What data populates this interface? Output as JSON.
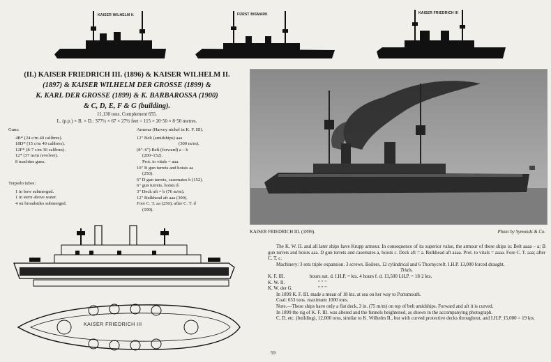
{
  "silhouettes": [
    {
      "label": "KAISER WILHELM II."
    },
    {
      "label": "FÜRST BISMARK"
    },
    {
      "label": "KAISER FRIEDRICH III"
    }
  ],
  "title": {
    "line1": "(II.) KAISER FRIEDRICH III. (1896) & KAISER WILHELM II.",
    "line2": "(1897) & KAISER WILHELM DER GROSSE (1899) &",
    "line3": "K. KARL DER GROSSE (1899) & K. BARBAROSSA (1900)",
    "line4": "& C, D, E, F & G (building)."
  },
  "tonnage": "11,130 tons.   Complement 655.",
  "dimensions": "L. (p.p.) × B. × D.: 377½ × 67 × 27½ feet = 115 × 20·50 × 8·50 metres.",
  "guns": {
    "heading": "Guns:",
    "items": [
      "4B* (24 c/m 40 calibres).",
      "18D* (15 c/m 40 calibres).",
      "12F* (8·7 c/m 30 calibres).",
      "12* (37 m/m revolver).",
      "8 machine guns."
    ]
  },
  "torpedo": {
    "heading": "Torpedo tubes:",
    "items": [
      "1 in bow submerged.",
      "1 in stern above water.",
      "4 on broadsides submerged."
    ]
  },
  "armour": {
    "heading": "Armour (Harvey nickel in K. F. III).",
    "items": [
      "12\" Belt (amidships) aaa",
      "(300 m/m).",
      "(8\"–6\") Belt (forward) a – b",
      "(200–152).",
      "Prot. to vitals = aaa.",
      "10\" B gun turrets and hoists aa",
      "(250).",
      "6\" D gun turrets, casemates b (152).",
      "6\" gun turrets, hoists d.",
      "3\" Deck aft = b (76 m/m).",
      "12\" Bulkhead aft aaa (300).",
      "Fore C. T. aa (250); after C. T. d",
      "(100)."
    ]
  },
  "plan_label": "KAISER FRIEDRICH III",
  "photo_caption": "KAISER FRIEDRICH III. (1899).",
  "photo_credit": "Photo by Symonds & Co.",
  "body": {
    "p1": "The K. W. II. and all later ships have Krupp armour. In consequence of its superior value, the armour of these ships is: Belt aaaa – a; B gun turrets and hoists aaa. D gun turrets and casemates a, hoists c. Deck aft = a. Bulkhead aft aaaa. Prot. to vitals = aaaa. Fore C. T. aaa; after C. T. c.",
    "p2": "Machinery: 3 sets triple expansion. 3 screws. Boilers, 12 cylindrical and 6 Thornycroft. I.H.P. 13,000 forced draught.",
    "trials_heading": "Trials.",
    "trials": [
      {
        "ship": "K. F. III.",
        "rest": "hours nat. d.  I.H.P. =    kts.   4 hours f. d. 13,500 I.H.P. = 18·2 kts."
      },
      {
        "ship": "K. W. II.",
        "rest": "\"      \"       \""
      },
      {
        "ship": "K. W. der G.",
        "rest": "\"      \"       \""
      }
    ],
    "p3": "In 1899 K. F. III. made a mean of 18 kts. at sea on her way to Portsmouth.",
    "p4": "Coal: 653 tons.  maximum 1000 tons.",
    "p5": "Note.—These ships have only a flat deck, 3 in. (75 m/m) on top of belt amidships. Forward and aft it is curved.",
    "p6": "In 1899 the rig of K. F. III. was altered and the funnels heightened, as shown in the accompanying photograph.",
    "p7": "C, D, etc. (building), 12,000 tons, similar to K. Wilhelm II., but with curved protective decks throughout, and I.H.P. 15,000 = 19 kts."
  },
  "page_number": "59",
  "colors": {
    "paper": "#f1efe9",
    "ink": "#1a1a1a"
  }
}
